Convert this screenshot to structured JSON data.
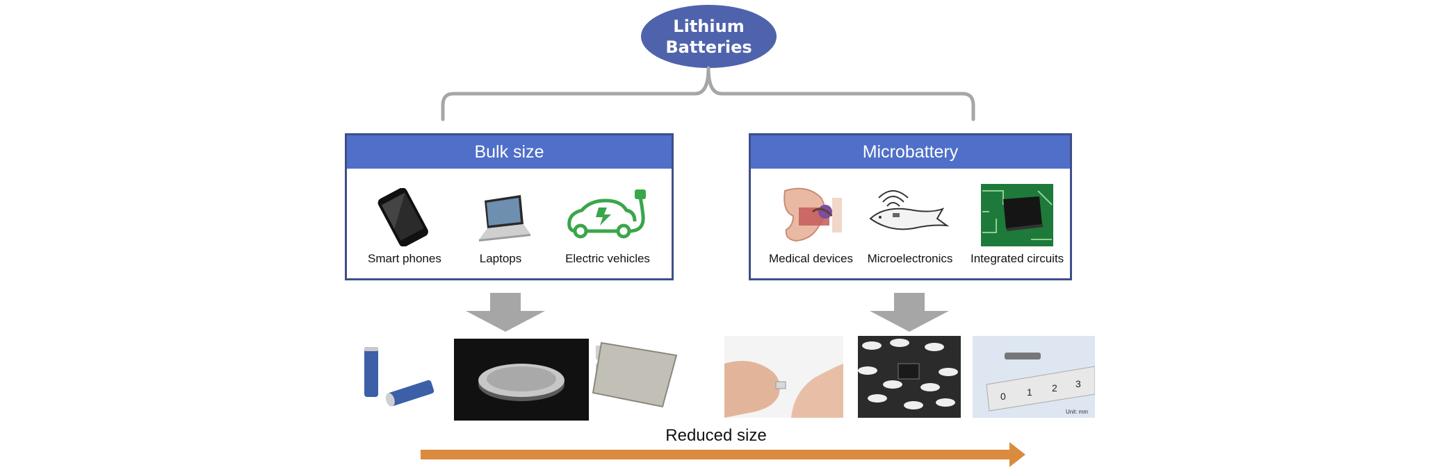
{
  "root": {
    "line1": "Lithium",
    "line2": "Batteries"
  },
  "categories": [
    {
      "title": "Bulk size",
      "items": [
        {
          "label": "Smart phones",
          "icon": "smartphone-icon"
        },
        {
          "label": "Laptops",
          "icon": "laptop-icon"
        },
        {
          "label": "Electric vehicles",
          "icon": "electric-car-icon"
        }
      ]
    },
    {
      "title": "Microbattery",
      "items": [
        {
          "label": "Medical devices",
          "icon": "ear-implant-icon"
        },
        {
          "label": "Microelectronics",
          "icon": "fish-tag-icon"
        },
        {
          "label": "Integrated circuits",
          "icon": "chip-icon"
        }
      ]
    }
  ],
  "photos": {
    "ruler_unit": "Unit: mm",
    "ruler_numbers": [
      "0",
      "1",
      "2",
      "3"
    ]
  },
  "size_arrow": {
    "label": "Reduced size"
  },
  "colors": {
    "root": "#4f63ad",
    "header": "#4f6fc8",
    "box_border": "#3e4e88",
    "bracket": "#a6a6a6",
    "down_arrow": "#a6a6a6",
    "size_arrow": "#d98c3d"
  }
}
